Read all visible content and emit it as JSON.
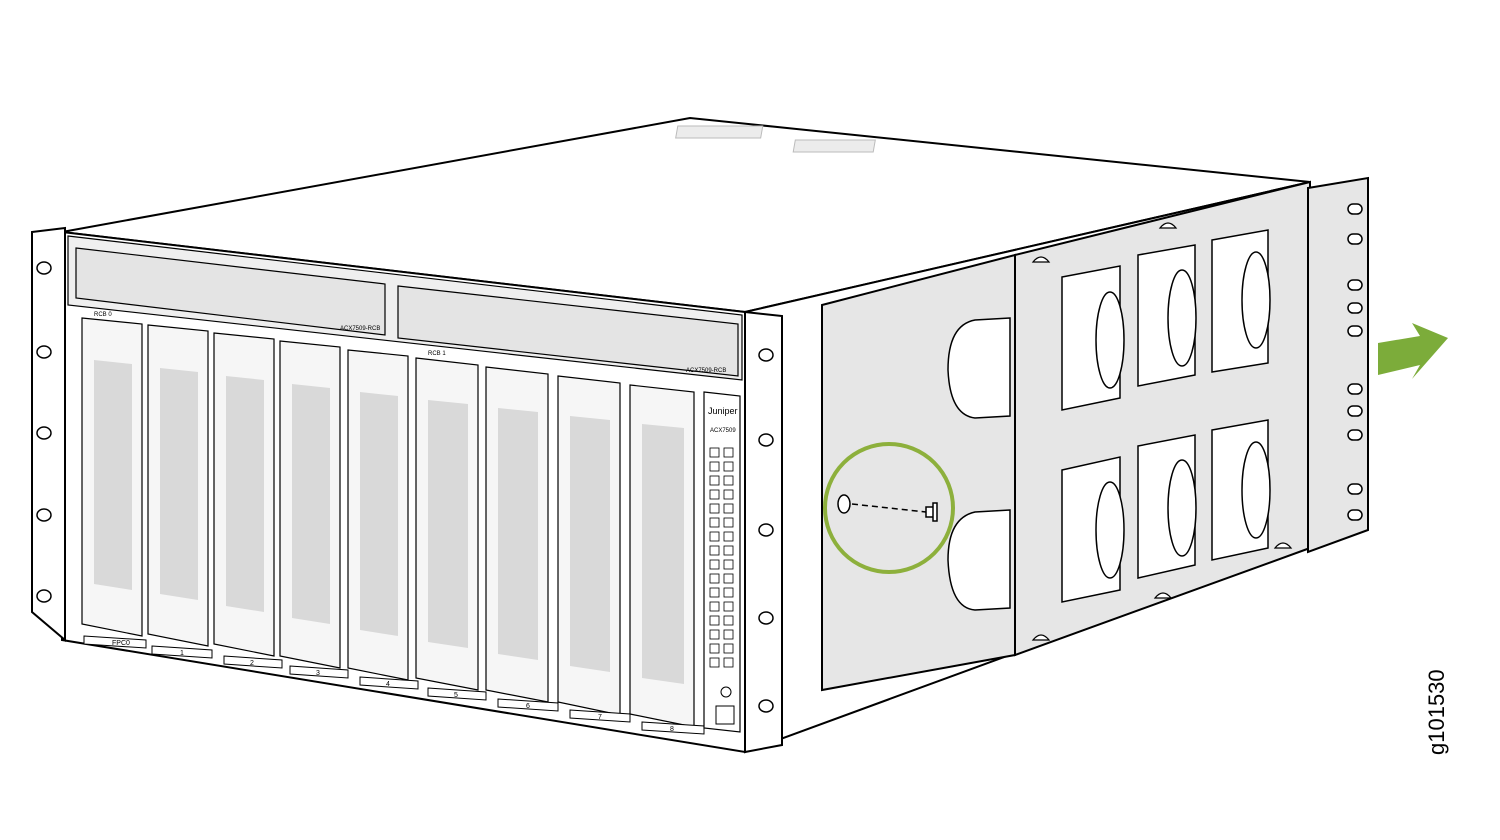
{
  "figure": {
    "id": "g101530",
    "device_logo": "Juniper",
    "device_model": "ACX7509",
    "rcb_modules": [
      {
        "slot_label": "RCB 0",
        "module_label": "ACX7509-RCB"
      },
      {
        "slot_label": "RCB 1",
        "module_label": "ACX7509-RCB"
      }
    ],
    "fpc_slots": [
      "FPC0",
      "1",
      "2",
      "3",
      "4",
      "5",
      "6",
      "7",
      "8"
    ],
    "callout": {
      "meaning": "remove-screw",
      "color": "#8db03c"
    },
    "arrow": {
      "meaning": "slide-mounting-bracket-out",
      "color": "#7cac3a"
    }
  }
}
